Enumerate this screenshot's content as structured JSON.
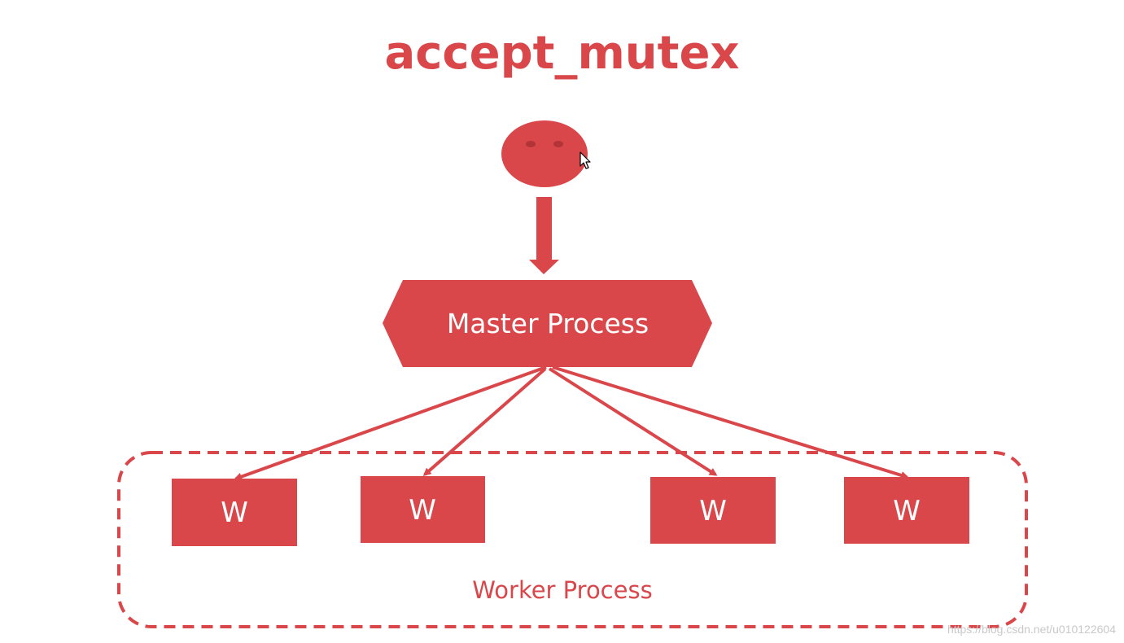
{
  "title": "accept_mutex",
  "colors": {
    "primary": "#d9474b",
    "shadow": "#c23a3e",
    "text_on_primary": "#ffffff",
    "watermark": "#c9c9c9"
  },
  "client": {
    "icon": "face-circle-icon"
  },
  "master": {
    "label": "Master Process"
  },
  "workers": [
    {
      "label": "W"
    },
    {
      "label": "W"
    },
    {
      "label": "W"
    },
    {
      "label": "W"
    }
  ],
  "worker_group": {
    "label": "Worker Process"
  },
  "watermark": "https://blog.csdn.net/u010122604"
}
